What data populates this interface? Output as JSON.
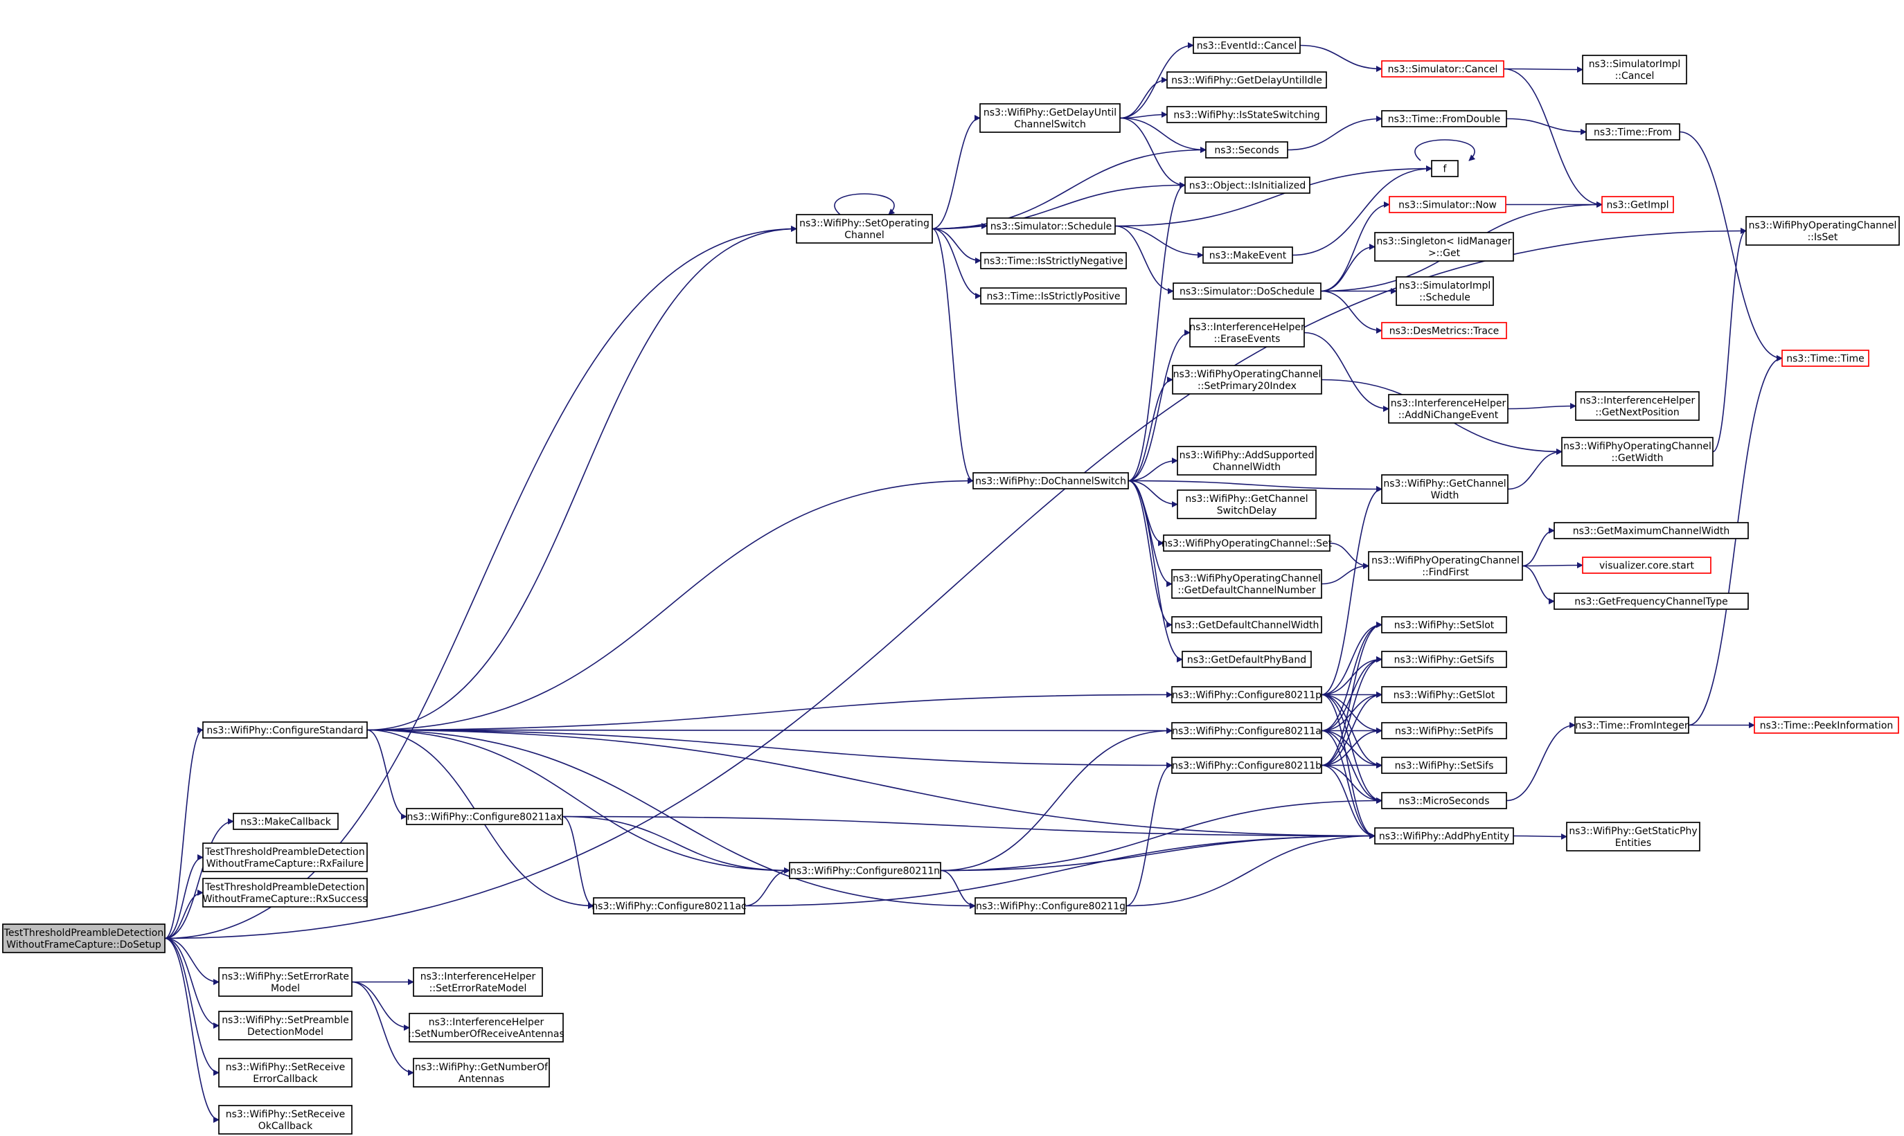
{
  "graph": {
    "edge_color": "#191970",
    "node_border": "#000000",
    "link_border": "#ff0000",
    "root_fill": "#bfbfbf",
    "nodes": [
      {
        "id": "root",
        "lines": [
          "TestThresholdPreambleDetection",
          "WithoutFrameCapture::DoSetup"
        ],
        "root": true
      },
      {
        "id": "configStd",
        "lines": [
          "ns3::WifiPhy::ConfigureStandard"
        ]
      },
      {
        "id": "makeCb",
        "lines": [
          "ns3::MakeCallback"
        ]
      },
      {
        "id": "rxFail",
        "lines": [
          "TestThresholdPreambleDetection",
          "WithoutFrameCapture::RxFailure"
        ]
      },
      {
        "id": "rxSucc",
        "lines": [
          "TestThresholdPreambleDetection",
          "WithoutFrameCapture::RxSuccess"
        ]
      },
      {
        "id": "setErr",
        "lines": [
          "ns3::WifiPhy::SetErrorRate",
          "Model"
        ]
      },
      {
        "id": "setPre",
        "lines": [
          "ns3::WifiPhy::SetPreamble",
          "DetectionModel"
        ]
      },
      {
        "id": "setRxErr",
        "lines": [
          "ns3::WifiPhy::SetReceive",
          "ErrorCallback"
        ]
      },
      {
        "id": "setRxOk",
        "lines": [
          "ns3::WifiPhy::SetReceive",
          "OkCallback"
        ]
      },
      {
        "id": "setOpCh",
        "lines": [
          "ns3::WifiPhy::SetOperating",
          "Channel"
        ]
      },
      {
        "id": "isSet",
        "lines": [
          "ns3::WifiPhyOperatingChannel",
          "::IsSet"
        ]
      },
      {
        "id": "getDelay",
        "lines": [
          "ns3::WifiPhy::GetDelayUntil",
          "ChannelSwitch"
        ]
      },
      {
        "id": "simSched",
        "lines": [
          "ns3::Simulator::Schedule"
        ]
      },
      {
        "id": "strictNeg",
        "lines": [
          "ns3::Time::IsStrictlyNegative"
        ]
      },
      {
        "id": "strictPos",
        "lines": [
          "ns3::Time::IsStrictlyPositive"
        ]
      },
      {
        "id": "doChSw",
        "lines": [
          "ns3::WifiPhy::DoChannelSwitch"
        ]
      },
      {
        "id": "evCancel",
        "lines": [
          "ns3::EventId::Cancel"
        ]
      },
      {
        "id": "getDelayIdle",
        "lines": [
          "ns3::WifiPhy::GetDelayUntilIdle"
        ]
      },
      {
        "id": "isStateSw",
        "lines": [
          "ns3::WifiPhy::IsStateSwitching"
        ]
      },
      {
        "id": "seconds",
        "lines": [
          "ns3::Seconds"
        ]
      },
      {
        "id": "isInit",
        "lines": [
          "ns3::Object::IsInitialized"
        ]
      },
      {
        "id": "simCancel",
        "lines": [
          "ns3::Simulator::Cancel"
        ],
        "link": true
      },
      {
        "id": "implCancel",
        "lines": [
          "ns3::SimulatorImpl",
          "::Cancel"
        ]
      },
      {
        "id": "fromDouble",
        "lines": [
          "ns3::Time::FromDouble"
        ]
      },
      {
        "id": "timeFrom",
        "lines": [
          "ns3::Time::From"
        ]
      },
      {
        "id": "f",
        "lines": [
          "f"
        ]
      },
      {
        "id": "simNow",
        "lines": [
          "ns3::Simulator::Now"
        ],
        "link": true
      },
      {
        "id": "getImpl",
        "lines": [
          "ns3::GetImpl"
        ],
        "link": true
      },
      {
        "id": "makeEvent",
        "lines": [
          "ns3::MakeEvent"
        ]
      },
      {
        "id": "singleton",
        "lines": [
          "ns3::Singleton< IidManager",
          ">::Get"
        ]
      },
      {
        "id": "doSched",
        "lines": [
          "ns3::Simulator::DoSchedule"
        ]
      },
      {
        "id": "implSched",
        "lines": [
          "ns3::SimulatorImpl",
          "::Schedule"
        ]
      },
      {
        "id": "desTrace",
        "lines": [
          "ns3::DesMetrics::Trace"
        ],
        "link": true
      },
      {
        "id": "timeTime",
        "lines": [
          "ns3::Time::Time"
        ],
        "link": true
      },
      {
        "id": "eraseEv",
        "lines": [
          "ns3::InterferenceHelper",
          "::EraseEvents"
        ]
      },
      {
        "id": "setPrim",
        "lines": [
          "ns3::WifiPhyOperatingChannel",
          "::SetPrimary20Index"
        ]
      },
      {
        "id": "addNi",
        "lines": [
          "ns3::InterferenceHelper",
          "::AddNiChangeEvent"
        ]
      },
      {
        "id": "getNext",
        "lines": [
          "ns3::InterferenceHelper",
          "::GetNextPosition"
        ]
      },
      {
        "id": "opGetWidth",
        "lines": [
          "ns3::WifiPhyOperatingChannel",
          "::GetWidth"
        ]
      },
      {
        "id": "addSupCh",
        "lines": [
          "ns3::WifiPhy::AddSupported",
          "ChannelWidth"
        ]
      },
      {
        "id": "phyGetChW",
        "lines": [
          "ns3::WifiPhy::GetChannel",
          "Width"
        ]
      },
      {
        "id": "getChSwD",
        "lines": [
          "ns3::WifiPhy::GetChannel",
          "SwitchDelay"
        ]
      },
      {
        "id": "opSet",
        "lines": [
          "ns3::WifiPhyOperatingChannel::Set"
        ]
      },
      {
        "id": "findFirst",
        "lines": [
          "ns3::WifiPhyOperatingChannel",
          "::FindFirst"
        ]
      },
      {
        "id": "getMaxCh",
        "lines": [
          "ns3::GetMaximumChannelWidth"
        ]
      },
      {
        "id": "vizStart",
        "lines": [
          "visualizer.core.start"
        ],
        "link": true
      },
      {
        "id": "getFreqT",
        "lines": [
          "ns3::GetFrequencyChannelType"
        ]
      },
      {
        "id": "opGetDef",
        "lines": [
          "ns3::WifiPhyOperatingChannel",
          "::GetDefaultChannelNumber"
        ]
      },
      {
        "id": "getDefChW",
        "lines": [
          "ns3::GetDefaultChannelWidth"
        ]
      },
      {
        "id": "getDefBand",
        "lines": [
          "ns3::GetDefaultPhyBand"
        ]
      },
      {
        "id": "c11p",
        "lines": [
          "ns3::WifiPhy::Configure80211p"
        ]
      },
      {
        "id": "c11a",
        "lines": [
          "ns3::WifiPhy::Configure80211a"
        ]
      },
      {
        "id": "c11b",
        "lines": [
          "ns3::WifiPhy::Configure80211b"
        ]
      },
      {
        "id": "setSlot",
        "lines": [
          "ns3::WifiPhy::SetSlot"
        ]
      },
      {
        "id": "getSifs",
        "lines": [
          "ns3::WifiPhy::GetSifs"
        ]
      },
      {
        "id": "getSlot",
        "lines": [
          "ns3::WifiPhy::GetSlot"
        ]
      },
      {
        "id": "setPifs",
        "lines": [
          "ns3::WifiPhy::SetPifs"
        ]
      },
      {
        "id": "setSifs",
        "lines": [
          "ns3::WifiPhy::SetSifs"
        ]
      },
      {
        "id": "fromInt",
        "lines": [
          "ns3::Time::FromInteger"
        ]
      },
      {
        "id": "peekInfo",
        "lines": [
          "ns3::Time::PeekInformation"
        ],
        "link": true
      },
      {
        "id": "micro",
        "lines": [
          "ns3::MicroSeconds"
        ]
      },
      {
        "id": "addPhy",
        "lines": [
          "ns3::WifiPhy::AddPhyEntity"
        ]
      },
      {
        "id": "getStatic",
        "lines": [
          "ns3::WifiPhy::GetStaticPhy",
          "Entities"
        ]
      },
      {
        "id": "c11ax",
        "lines": [
          "ns3::WifiPhy::Configure80211ax"
        ]
      },
      {
        "id": "c11n",
        "lines": [
          "ns3::WifiPhy::Configure80211n"
        ]
      },
      {
        "id": "c11ac",
        "lines": [
          "ns3::WifiPhy::Configure80211ac"
        ]
      },
      {
        "id": "c11g",
        "lines": [
          "ns3::WifiPhy::Configure80211g"
        ]
      },
      {
        "id": "ihSetErr",
        "lines": [
          "ns3::InterferenceHelper",
          "::SetErrorRateModel"
        ]
      },
      {
        "id": "ihSetNum",
        "lines": [
          "ns3::InterferenceHelper",
          "::SetNumberOfReceiveAntennas"
        ]
      },
      {
        "id": "getNumAnt",
        "lines": [
          "ns3::WifiPhy::GetNumberOf",
          "Antennas"
        ]
      }
    ],
    "edges": [
      [
        "root",
        "configStd"
      ],
      [
        "root",
        "makeCb"
      ],
      [
        "root",
        "rxFail"
      ],
      [
        "root",
        "rxSucc"
      ],
      [
        "root",
        "setErr"
      ],
      [
        "root",
        "setPre"
      ],
      [
        "root",
        "setRxErr"
      ],
      [
        "root",
        "setRxOk"
      ],
      [
        "root",
        "setOpCh"
      ],
      [
        "root",
        "isSet"
      ],
      [
        "configStd",
        "setOpCh"
      ],
      [
        "configStd",
        "doChSw"
      ],
      [
        "configStd",
        "c11p"
      ],
      [
        "configStd",
        "c11a"
      ],
      [
        "configStd",
        "c11b"
      ],
      [
        "configStd",
        "c11ax"
      ],
      [
        "configStd",
        "c11n"
      ],
      [
        "configStd",
        "c11ac"
      ],
      [
        "configStd",
        "c11g"
      ],
      [
        "configStd",
        "addPhy"
      ],
      [
        "setOpCh",
        "setOpCh"
      ],
      [
        "setOpCh",
        "getDelay"
      ],
      [
        "setOpCh",
        "seconds"
      ],
      [
        "setOpCh",
        "isInit"
      ],
      [
        "setOpCh",
        "simSched"
      ],
      [
        "setOpCh",
        "strictNeg"
      ],
      [
        "setOpCh",
        "strictPos"
      ],
      [
        "setOpCh",
        "doChSw"
      ],
      [
        "getDelay",
        "evCancel"
      ],
      [
        "getDelay",
        "getDelayIdle"
      ],
      [
        "getDelay",
        "isStateSw"
      ],
      [
        "getDelay",
        "seconds"
      ],
      [
        "getDelay",
        "isInit"
      ],
      [
        "evCancel",
        "simCancel"
      ],
      [
        "simCancel",
        "implCancel"
      ],
      [
        "simCancel",
        "getImpl"
      ],
      [
        "seconds",
        "fromDouble"
      ],
      [
        "fromDouble",
        "timeFrom"
      ],
      [
        "timeFrom",
        "timeTime"
      ],
      [
        "simSched",
        "f"
      ],
      [
        "simSched",
        "makeEvent"
      ],
      [
        "simSched",
        "doSched"
      ],
      [
        "makeEvent",
        "f"
      ],
      [
        "f",
        "f"
      ],
      [
        "doSched",
        "simNow"
      ],
      [
        "doSched",
        "singleton"
      ],
      [
        "doSched",
        "implSched"
      ],
      [
        "doSched",
        "desTrace"
      ],
      [
        "doSched",
        "getImpl"
      ],
      [
        "simNow",
        "getImpl"
      ],
      [
        "doChSw",
        "isInit"
      ],
      [
        "doChSw",
        "eraseEv"
      ],
      [
        "doChSw",
        "setPrim"
      ],
      [
        "doChSw",
        "addSupCh"
      ],
      [
        "doChSw",
        "getChSwD"
      ],
      [
        "doChSw",
        "opSet"
      ],
      [
        "doChSw",
        "opGetDef"
      ],
      [
        "doChSw",
        "getDefChW"
      ],
      [
        "doChSw",
        "getDefBand"
      ],
      [
        "doChSw",
        "phyGetChW"
      ],
      [
        "eraseEv",
        "addNi"
      ],
      [
        "addNi",
        "getNext"
      ],
      [
        "setPrim",
        "opGetWidth"
      ],
      [
        "phyGetChW",
        "opGetWidth"
      ],
      [
        "opGetWidth",
        "isSet"
      ],
      [
        "opSet",
        "findFirst"
      ],
      [
        "opGetDef",
        "findFirst"
      ],
      [
        "c11p",
        "phyGetChW"
      ],
      [
        "findFirst",
        "getMaxCh"
      ],
      [
        "findFirst",
        "vizStart"
      ],
      [
        "findFirst",
        "getFreqT"
      ],
      [
        "c11p",
        "setSlot"
      ],
      [
        "c11p",
        "getSifs"
      ],
      [
        "c11p",
        "getSlot"
      ],
      [
        "c11p",
        "setPifs"
      ],
      [
        "c11p",
        "setSifs"
      ],
      [
        "c11p",
        "micro"
      ],
      [
        "c11p",
        "addPhy"
      ],
      [
        "c11a",
        "setSlot"
      ],
      [
        "c11a",
        "getSifs"
      ],
      [
        "c11a",
        "getSlot"
      ],
      [
        "c11a",
        "setPifs"
      ],
      [
        "c11a",
        "setSifs"
      ],
      [
        "c11a",
        "micro"
      ],
      [
        "c11a",
        "addPhy"
      ],
      [
        "c11b",
        "setSlot"
      ],
      [
        "c11b",
        "getSifs"
      ],
      [
        "c11b",
        "getSlot"
      ],
      [
        "c11b",
        "setPifs"
      ],
      [
        "c11b",
        "setSifs"
      ],
      [
        "c11b",
        "micro"
      ],
      [
        "c11b",
        "addPhy"
      ],
      [
        "micro",
        "fromInt"
      ],
      [
        "fromInt",
        "timeTime"
      ],
      [
        "fromInt",
        "peekInfo"
      ],
      [
        "addPhy",
        "getStatic"
      ],
      [
        "c11ax",
        "c11n"
      ],
      [
        "c11ax",
        "c11ac"
      ],
      [
        "c11ax",
        "addPhy"
      ],
      [
        "c11n",
        "c11a"
      ],
      [
        "c11n",
        "c11g"
      ],
      [
        "c11n",
        "addPhy"
      ],
      [
        "c11n",
        "micro"
      ],
      [
        "c11ac",
        "c11n"
      ],
      [
        "c11ac",
        "addPhy"
      ],
      [
        "c11g",
        "c11b"
      ],
      [
        "c11g",
        "addPhy"
      ],
      [
        "setErr",
        "ihSetErr"
      ],
      [
        "setErr",
        "ihSetNum"
      ],
      [
        "setErr",
        "getNumAnt"
      ]
    ]
  }
}
